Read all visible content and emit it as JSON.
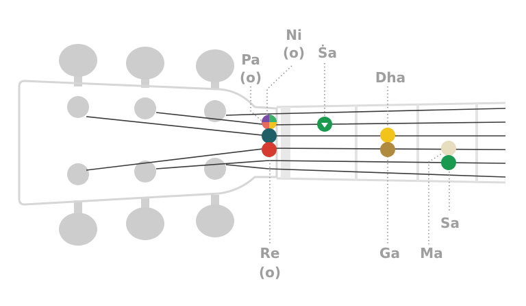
{
  "labels": {
    "pa": "Pa",
    "pa_open": "(o)",
    "ni": "Ni",
    "ni_open": "(o)",
    "sa_upper": "Ṡa",
    "dha": "Dha",
    "re": "Re",
    "re_open": "(o)",
    "ga": "Ga",
    "ma": "Ma",
    "sa_lower": "Sa"
  },
  "colors": {
    "headstock": "#d6d6d6",
    "peg": "#cdcdcd",
    "fret": "#e8e8e8",
    "string": "#3a3a3a",
    "label": "#9e9e9e",
    "pa_dot": "#7a4aa8",
    "ni_dot": "#1f5f66",
    "re_dot": "#d63b2f",
    "sa_upper_dot": "#1a9a4f",
    "dha_dot": "#f2c31b",
    "ga_dot": "#b08a3e",
    "ma_dot": "#e7ddbf",
    "sa_lower_dot": "#1a9a4f"
  }
}
